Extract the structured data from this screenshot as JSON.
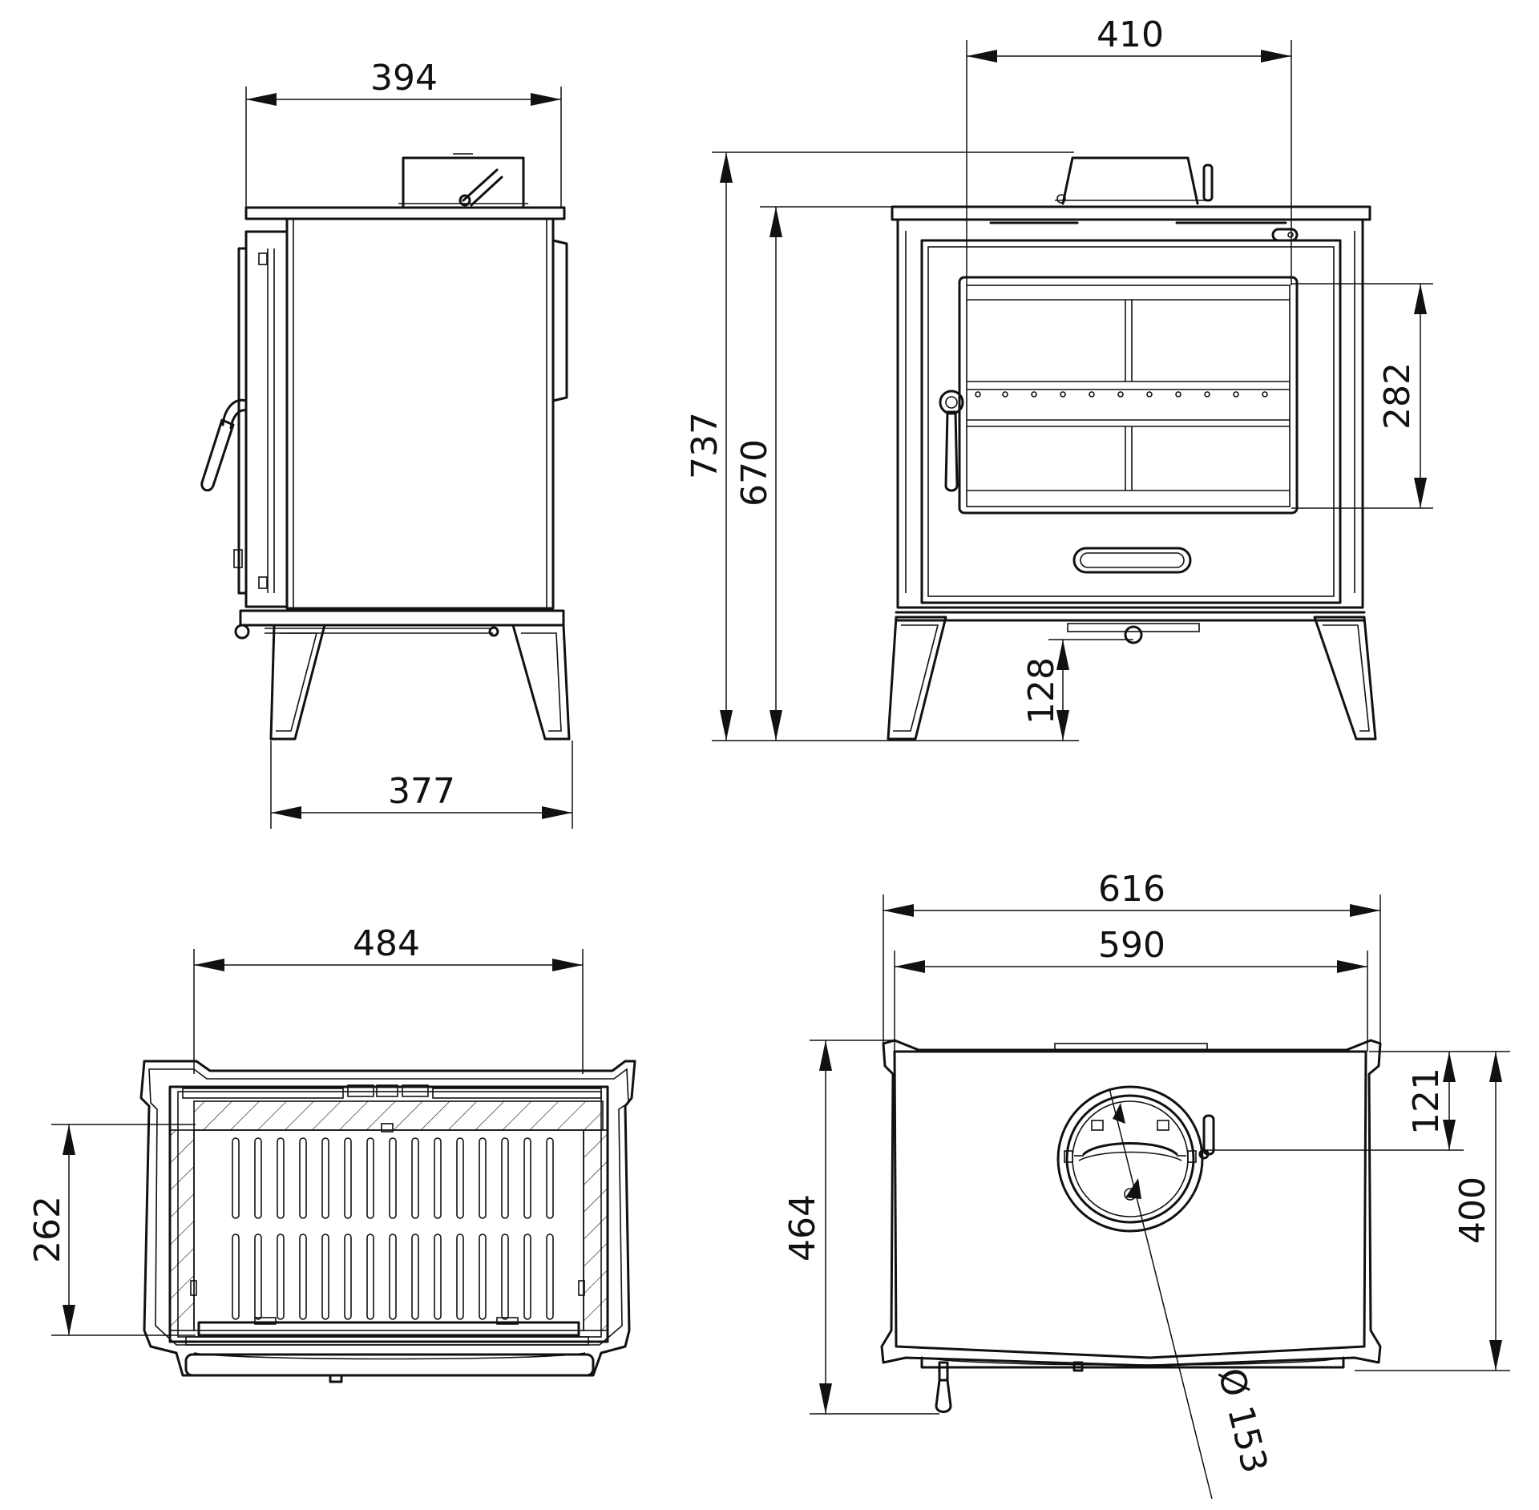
{
  "colors": {
    "line": "#111111",
    "background": "#ffffff"
  },
  "dimensions": {
    "side_top_width": "394",
    "side_leg_width": "377",
    "front_width": "410",
    "front_total_height": "737",
    "front_body_height": "670",
    "front_window_height": "282",
    "front_leg_height": "128",
    "plan_inner_width": "484",
    "plan_depth": "262",
    "top_outer_width": "616",
    "top_body_width": "590",
    "top_total_depth": "464",
    "top_rear_to_flue": "121",
    "top_depth": "400",
    "flue_diameter": "Ø 153"
  }
}
